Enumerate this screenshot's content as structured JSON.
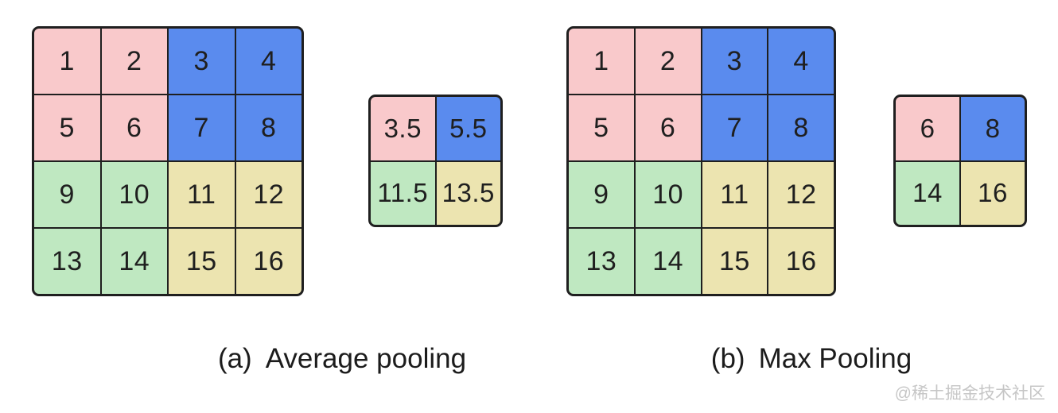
{
  "colors": {
    "pink": "#f9c9cb",
    "blue": "#5a8bee",
    "green": "#bfe8c1",
    "yellow": "#ece4b0",
    "grid_line": "#1f1f1f",
    "cell_text": "#1f1f1f",
    "caption_text": "#1c1c1c",
    "watermark_text": "#c6c6c6",
    "background": "#ffffff"
  },
  "panels": [
    {
      "caption_label": "(a)",
      "caption_text": "Average pooling",
      "input_grid": {
        "size": 4,
        "cells": [
          {
            "value": "1",
            "color": "pink"
          },
          {
            "value": "2",
            "color": "pink"
          },
          {
            "value": "3",
            "color": "blue"
          },
          {
            "value": "4",
            "color": "blue"
          },
          {
            "value": "5",
            "color": "pink"
          },
          {
            "value": "6",
            "color": "pink"
          },
          {
            "value": "7",
            "color": "blue"
          },
          {
            "value": "8",
            "color": "blue"
          },
          {
            "value": "9",
            "color": "green"
          },
          {
            "value": "10",
            "color": "green"
          },
          {
            "value": "11",
            "color": "yellow"
          },
          {
            "value": "12",
            "color": "yellow"
          },
          {
            "value": "13",
            "color": "green"
          },
          {
            "value": "14",
            "color": "green"
          },
          {
            "value": "15",
            "color": "yellow"
          },
          {
            "value": "16",
            "color": "yellow"
          }
        ]
      },
      "output_grid": {
        "size": 2,
        "cells": [
          {
            "value": "3.5",
            "color": "pink"
          },
          {
            "value": "5.5",
            "color": "blue"
          },
          {
            "value": "11.5",
            "color": "green"
          },
          {
            "value": "13.5",
            "color": "yellow"
          }
        ]
      }
    },
    {
      "caption_label": "(b)",
      "caption_text": "Max Pooling",
      "input_grid": {
        "size": 4,
        "cells": [
          {
            "value": "1",
            "color": "pink"
          },
          {
            "value": "2",
            "color": "pink"
          },
          {
            "value": "3",
            "color": "blue"
          },
          {
            "value": "4",
            "color": "blue"
          },
          {
            "value": "5",
            "color": "pink"
          },
          {
            "value": "6",
            "color": "pink"
          },
          {
            "value": "7",
            "color": "blue"
          },
          {
            "value": "8",
            "color": "blue"
          },
          {
            "value": "9",
            "color": "green"
          },
          {
            "value": "10",
            "color": "green"
          },
          {
            "value": "11",
            "color": "yellow"
          },
          {
            "value": "12",
            "color": "yellow"
          },
          {
            "value": "13",
            "color": "green"
          },
          {
            "value": "14",
            "color": "green"
          },
          {
            "value": "15",
            "color": "yellow"
          },
          {
            "value": "16",
            "color": "yellow"
          }
        ]
      },
      "output_grid": {
        "size": 2,
        "cells": [
          {
            "value": "6",
            "color": "pink"
          },
          {
            "value": "8",
            "color": "blue"
          },
          {
            "value": "14",
            "color": "green"
          },
          {
            "value": "16",
            "color": "yellow"
          }
        ]
      }
    }
  ],
  "watermark": "@稀土掘金技术社区"
}
